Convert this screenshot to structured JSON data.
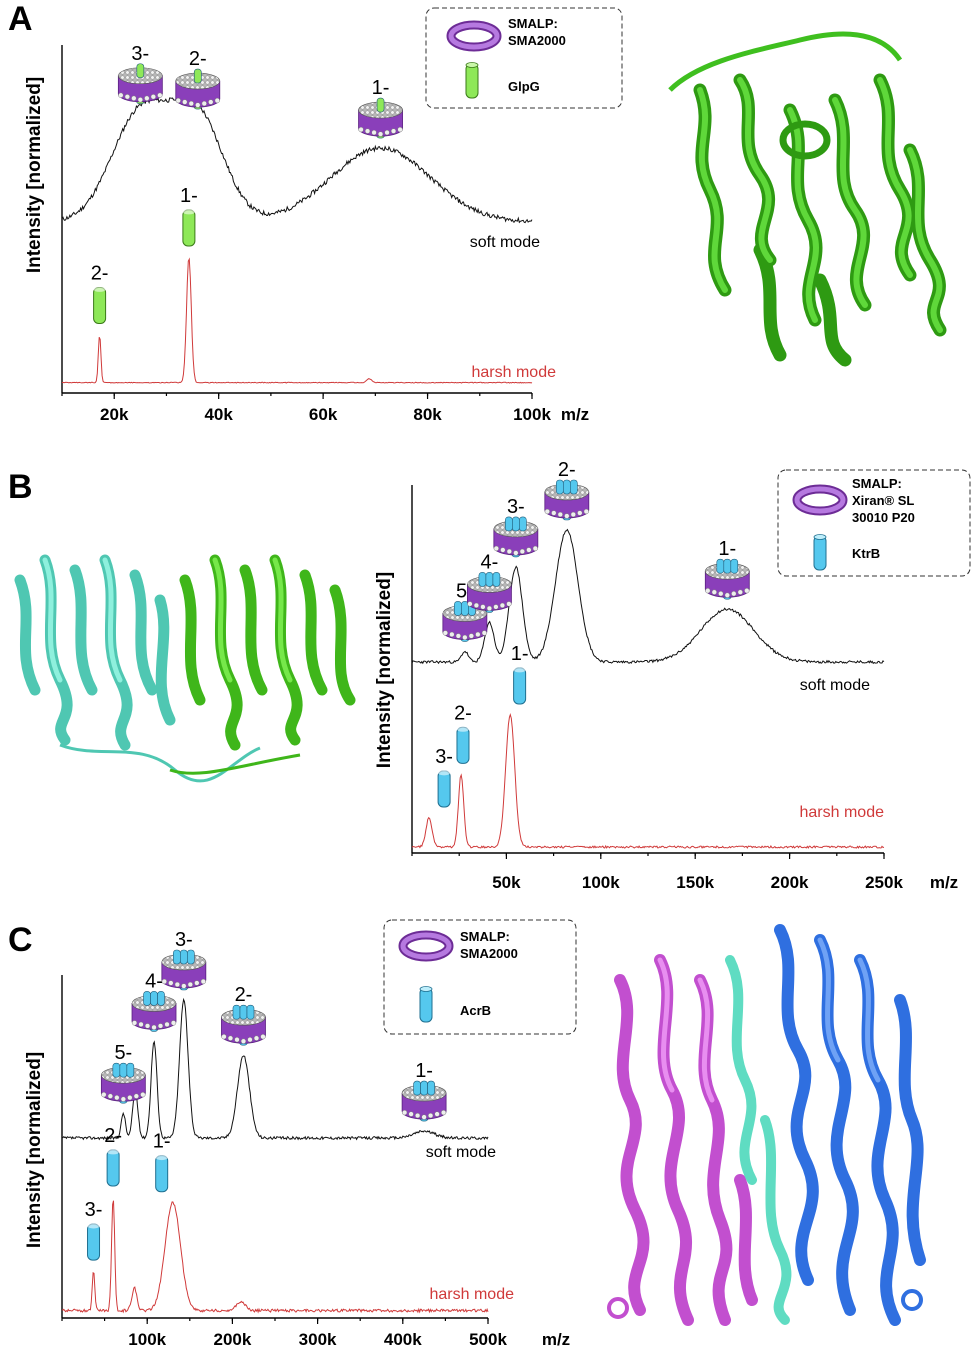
{
  "figure": {
    "panels": [
      "A",
      "B",
      "C"
    ],
    "y_axis_label": "Intensity [normalized]",
    "x_unit": "m/z"
  },
  "colors": {
    "soft_trace": "#111111",
    "harsh_trace": "#d03a3a",
    "harsh_label": "#d03a3a",
    "smalp_ring": "#9b4fc4",
    "glpg": "#7ee04a",
    "ktrb": "#3bbde6",
    "acrb": "#3bbde6",
    "structure_green": "#3fbf1f",
    "structure_cyan": "#66ddc8",
    "structure_magenta": "#d068d8",
    "structure_blue": "#2f6fe0"
  },
  "chart_data": [
    {
      "panel": "A",
      "type": "line",
      "xlabel": "m/z",
      "ylabel": "Intensity [normalized]",
      "x_tick_labels": [
        "20k",
        "40k",
        "60k",
        "80k",
        "100k"
      ],
      "x_ticks": [
        20000,
        40000,
        60000,
        80000,
        100000
      ],
      "xlim": [
        10000,
        100000
      ],
      "legend": {
        "placement": "top-right",
        "entries": [
          "SMALP:\nSMA2000",
          "GlpG"
        ]
      },
      "series": [
        {
          "name": "soft mode",
          "peaks": [
            {
              "x": 25000,
              "height": 0.82,
              "width": 5500
            },
            {
              "x": 36000,
              "height": 0.78,
              "width": 5000
            },
            {
              "x": 71000,
              "height": 0.56,
              "width": 9500
            }
          ],
          "baseline": 0.0
        },
        {
          "name": "harsh mode",
          "peaks": [
            {
              "x": 17200,
              "height": 0.38,
              "width": 250
            },
            {
              "x": 34300,
              "height": 1.0,
              "width": 450
            },
            {
              "x": 68800,
              "height": 0.03,
              "width": 500
            }
          ],
          "baseline": 0.0
        }
      ],
      "soft_annotations": [
        {
          "charge": "3-",
          "x": 25000
        },
        {
          "charge": "2-",
          "x": 36000
        },
        {
          "charge": "1-",
          "x": 71000
        }
      ],
      "harsh_annotations": [
        {
          "charge": "2-",
          "x": 17200
        },
        {
          "charge": "1-",
          "x": 34300
        }
      ]
    },
    {
      "panel": "B",
      "type": "line",
      "xlabel": "m/z",
      "ylabel": "Intensity [normalized]",
      "x_tick_labels": [
        "50k",
        "100k",
        "150k",
        "200k",
        "250k"
      ],
      "x_ticks": [
        50000,
        100000,
        150000,
        200000,
        250000
      ],
      "xlim": [
        0,
        250000
      ],
      "legend": {
        "placement": "top-right",
        "entries": [
          "SMALP:\nXiran® SL\n30010 P20",
          "KtrB"
        ]
      },
      "series": [
        {
          "name": "soft mode",
          "peaks": [
            {
              "x": 28000,
              "height": 0.08,
              "width": 1800
            },
            {
              "x": 41000,
              "height": 0.3,
              "width": 2500
            },
            {
              "x": 55000,
              "height": 0.72,
              "width": 3500
            },
            {
              "x": 82000,
              "height": 1.0,
              "width": 6000
            },
            {
              "x": 167000,
              "height": 0.4,
              "width": 14000
            }
          ],
          "baseline": 0.0
        },
        {
          "name": "harsh mode",
          "peaks": [
            {
              "x": 9000,
              "height": 0.22,
              "width": 1600
            },
            {
              "x": 26000,
              "height": 0.55,
              "width": 1400
            },
            {
              "x": 52000,
              "height": 1.0,
              "width": 2400
            }
          ],
          "baseline": 0.0
        }
      ],
      "soft_annotations": [
        {
          "charge": "5-",
          "x": 28000
        },
        {
          "charge": "4-",
          "x": 41000
        },
        {
          "charge": "3-",
          "x": 55000
        },
        {
          "charge": "2-",
          "x": 82000
        },
        {
          "charge": "1-",
          "x": 167000
        }
      ],
      "harsh_annotations": [
        {
          "charge": "3-",
          "x": 17000
        },
        {
          "charge": "2-",
          "x": 27000
        },
        {
          "charge": "1-",
          "x": 57000
        }
      ]
    },
    {
      "panel": "C",
      "type": "line",
      "xlabel": "m/z",
      "ylabel": "Intensity [normalized]",
      "x_tick_labels": [
        "100k",
        "200k",
        "300k",
        "400k",
        "500k"
      ],
      "x_ticks": [
        100000,
        200000,
        300000,
        400000,
        500000
      ],
      "xlim": [
        0,
        500000
      ],
      "legend": {
        "placement": "top-right",
        "entries": [
          "SMALP:\nSMA2000",
          "AcrB"
        ]
      },
      "series": [
        {
          "name": "soft mode",
          "peaks": [
            {
              "x": 72000,
              "height": 0.18,
              "width": 2500
            },
            {
              "x": 86000,
              "height": 0.35,
              "width": 3000
            },
            {
              "x": 108000,
              "height": 0.7,
              "width": 3500
            },
            {
              "x": 143000,
              "height": 1.0,
              "width": 5000
            },
            {
              "x": 213000,
              "height": 0.6,
              "width": 7000
            },
            {
              "x": 425000,
              "height": 0.05,
              "width": 12000
            }
          ],
          "baseline": 0.0
        },
        {
          "name": "harsh mode",
          "peaks": [
            {
              "x": 37000,
              "height": 0.35,
              "width": 1500
            },
            {
              "x": 60000,
              "height": 1.0,
              "width": 1800
            },
            {
              "x": 85000,
              "height": 0.2,
              "width": 3000
            },
            {
              "x": 130000,
              "height": 0.95,
              "width": 9000
            },
            {
              "x": 210000,
              "height": 0.08,
              "width": 5000
            }
          ],
          "baseline": 0.0
        }
      ],
      "soft_annotations": [
        {
          "charge": "5-",
          "x": 72000
        },
        {
          "charge": "4-",
          "x": 108000
        },
        {
          "charge": "3-",
          "x": 143000
        },
        {
          "charge": "2-",
          "x": 213000
        },
        {
          "charge": "1-",
          "x": 425000
        }
      ],
      "harsh_annotations": [
        {
          "charge": "3-",
          "x": 37000
        },
        {
          "charge": "2-",
          "x": 60000
        },
        {
          "charge": "1-",
          "x": 117000
        }
      ]
    }
  ],
  "trace_labels": {
    "soft": "soft mode",
    "harsh": "harsh mode"
  }
}
